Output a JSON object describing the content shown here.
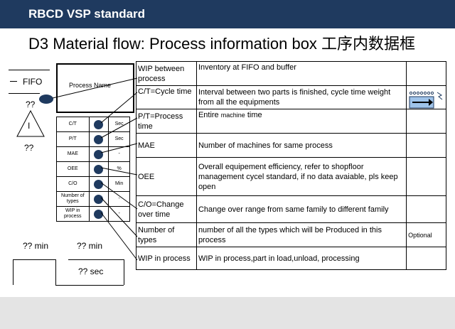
{
  "header": {
    "title": "RBCD VSP standard"
  },
  "slide": {
    "title": "D3 Material flow: Process information box 工序内数据框"
  },
  "diagram": {
    "fifo_label": "FIFO",
    "inventory_qty": "??",
    "inventory_symbol": "I",
    "inventory_qty_bottom": "??",
    "process_name": "Process Name",
    "box_rows": [
      {
        "label": "C/T",
        "unit": "Sec"
      },
      {
        "label": "P/T",
        "unit": "Sec"
      },
      {
        "label": "MAE",
        "unit": "-"
      },
      {
        "label": "OEE",
        "unit": "%"
      },
      {
        "label": "C/O",
        "unit": "Min"
      },
      {
        "label": "Number of types",
        "unit": "-"
      },
      {
        "label": "WIP in process",
        "unit": "-"
      }
    ],
    "timeline_min_left": "??  min",
    "timeline_min_right": "?? min",
    "timeline_sec": "?? sec"
  },
  "info_table": {
    "rows": [
      {
        "term": "WIP between process",
        "desc": "Inventory at FIFO and buffer",
        "extra": ""
      },
      {
        "term": "C/T=Cycle time",
        "desc": "Interval between two parts is finished, cycle time weight from all the equipments",
        "extra": ""
      },
      {
        "term": "P/T=Process time",
        "desc_main": "Entire",
        "desc_small": "machine",
        "desc_end": "time",
        "extra": ""
      },
      {
        "term": "MAE",
        "desc": "Number of machines for same process",
        "extra": ""
      },
      {
        "term": "OEE",
        "desc": "Overall equipement efficiency, refer to shopfloor management cycel standard, if no data avaiable, pls keep open",
        "extra": ""
      },
      {
        "term": "C/O=Change over time",
        "desc": "Change over range from same family to different family",
        "extra": ""
      },
      {
        "term": "Number of types",
        "desc": "number of all the types which will be Produced in this process",
        "extra": "Optional"
      },
      {
        "term": "WIP in process",
        "desc": "WIP in process,part in load,unload, processing",
        "extra": ""
      }
    ]
  },
  "colors": {
    "header_bg": "#1f3a5f",
    "accent": "#1f3a5f",
    "icon_bg": "#9fc3e9",
    "footer_bg": "#e4e4e4"
  },
  "icons": {
    "conveyor": "conveyor-arrow-icon"
  }
}
